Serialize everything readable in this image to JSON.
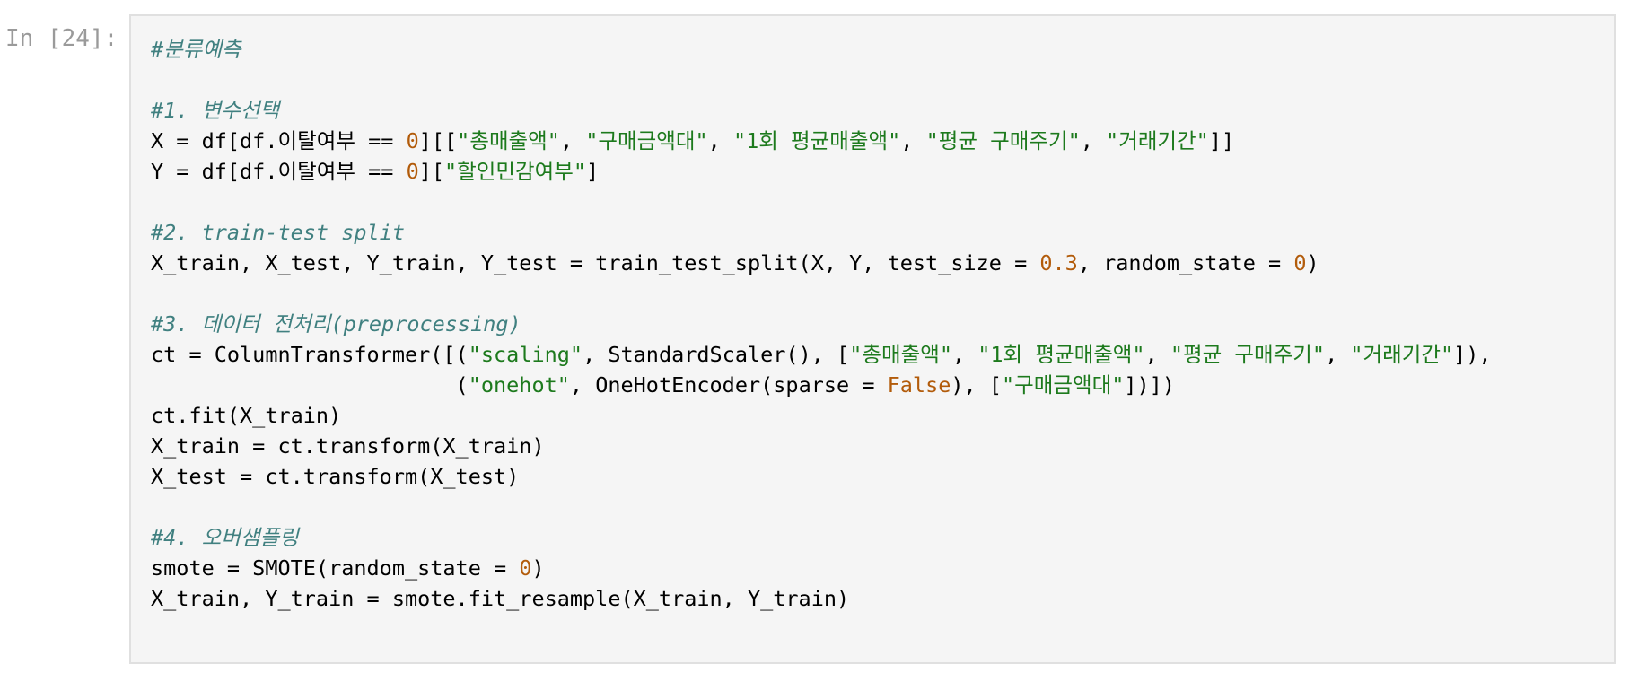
{
  "cell": {
    "prompt": "In [24]:",
    "lines": [
      [
        {
          "t": "c",
          "v": "#분류예측"
        }
      ],
      [],
      [
        {
          "t": "c",
          "v": "#1. 변수선택"
        }
      ],
      [
        {
          "t": "p",
          "v": "X = df[df.이탈여부 == "
        },
        {
          "t": "n",
          "v": "0"
        },
        {
          "t": "p",
          "v": "][["
        },
        {
          "t": "s",
          "v": "\"총매출액\""
        },
        {
          "t": "p",
          "v": ", "
        },
        {
          "t": "s",
          "v": "\"구매금액대\""
        },
        {
          "t": "p",
          "v": ", "
        },
        {
          "t": "s",
          "v": "\"1회 평균매출액\""
        },
        {
          "t": "p",
          "v": ", "
        },
        {
          "t": "s",
          "v": "\"평균 구매주기\""
        },
        {
          "t": "p",
          "v": ", "
        },
        {
          "t": "s",
          "v": "\"거래기간\""
        },
        {
          "t": "p",
          "v": "]]"
        }
      ],
      [
        {
          "t": "p",
          "v": "Y = df[df.이탈여부 == "
        },
        {
          "t": "n",
          "v": "0"
        },
        {
          "t": "p",
          "v": "]["
        },
        {
          "t": "s",
          "v": "\"할인민감여부\""
        },
        {
          "t": "p",
          "v": "]"
        }
      ],
      [],
      [
        {
          "t": "c",
          "v": "#2. train-test split"
        }
      ],
      [
        {
          "t": "p",
          "v": "X_train, X_test, Y_train, Y_test = train_test_split(X, Y, test_size = "
        },
        {
          "t": "n",
          "v": "0.3"
        },
        {
          "t": "p",
          "v": ", random_state = "
        },
        {
          "t": "n",
          "v": "0"
        },
        {
          "t": "p",
          "v": ")"
        }
      ],
      [],
      [
        {
          "t": "c",
          "v": "#3. 데이터 전처리(preprocessing)"
        }
      ],
      [
        {
          "t": "p",
          "v": "ct = ColumnTransformer([("
        },
        {
          "t": "s",
          "v": "\"scaling\""
        },
        {
          "t": "p",
          "v": ", StandardScaler(), ["
        },
        {
          "t": "s",
          "v": "\"총매출액\""
        },
        {
          "t": "p",
          "v": ", "
        },
        {
          "t": "s",
          "v": "\"1회 평균매출액\""
        },
        {
          "t": "p",
          "v": ", "
        },
        {
          "t": "s",
          "v": "\"평균 구매주기\""
        },
        {
          "t": "p",
          "v": ", "
        },
        {
          "t": "s",
          "v": "\"거래기간\""
        },
        {
          "t": "p",
          "v": "]),"
        }
      ],
      [
        {
          "t": "p",
          "v": "                        ("
        },
        {
          "t": "s",
          "v": "\"onehot\""
        },
        {
          "t": "p",
          "v": ", OneHotEncoder(sparse = "
        },
        {
          "t": "k",
          "v": "False"
        },
        {
          "t": "p",
          "v": "), ["
        },
        {
          "t": "s",
          "v": "\"구매금액대\""
        },
        {
          "t": "p",
          "v": "])])"
        }
      ],
      [
        {
          "t": "p",
          "v": "ct.fit(X_train)"
        }
      ],
      [
        {
          "t": "p",
          "v": "X_train = ct.transform(X_train)"
        }
      ],
      [
        {
          "t": "p",
          "v": "X_test = ct.transform(X_test)"
        }
      ],
      [],
      [
        {
          "t": "c",
          "v": "#4. 오버샘플링"
        }
      ],
      [
        {
          "t": "p",
          "v": "smote = SMOTE(random_state = "
        },
        {
          "t": "n",
          "v": "0"
        },
        {
          "t": "p",
          "v": ")"
        }
      ],
      [
        {
          "t": "p",
          "v": "X_train, Y_train = smote.fit_resample(X_train, Y_train)"
        }
      ]
    ]
  },
  "colors": {
    "comment": "#408080",
    "string": "#1d7a1d",
    "number": "#b25b0a",
    "text": "#000000",
    "cell_background": "#f5f5f5",
    "cell_border": "#e0e0e0",
    "prompt": "#9a9a9a"
  }
}
